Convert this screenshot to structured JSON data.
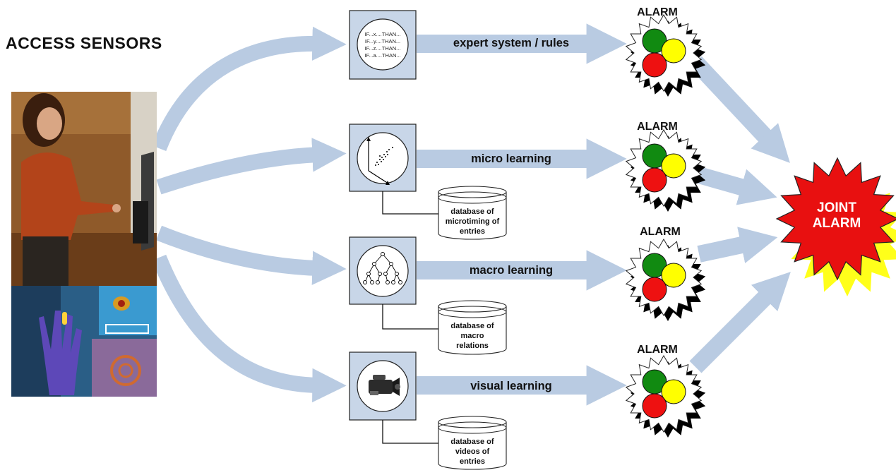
{
  "title": "ACCESS SENSORS",
  "alarm_label": "ALARM",
  "joint_alarm": "JOINT\nALARM",
  "branches": [
    {
      "label": "expert system / rules",
      "icon": "rules-icon"
    },
    {
      "label": "micro learning",
      "icon": "scatter-plot-icon",
      "database": "database of\nmicrotiming of\nentries"
    },
    {
      "label": "macro learning",
      "icon": "tree-icon",
      "database": "database of\nmacro\nrelations"
    },
    {
      "label": "visual learning",
      "icon": "video-camera-icon",
      "database": "database of\nvideos of\nentries"
    }
  ],
  "rules": [
    "IF...x....THAN...",
    "IF...y....THAN...",
    "IF...z....THAN...",
    "IF...a....THAN..."
  ],
  "colors": {
    "arrow": "#b9cbe2",
    "box": "#c8d6e8",
    "light_green": "#118a11",
    "light_yellow": "#ffff00",
    "light_red": "#ee1111",
    "joint_red": "#e81010",
    "joint_yellow": "#ffff1a"
  }
}
